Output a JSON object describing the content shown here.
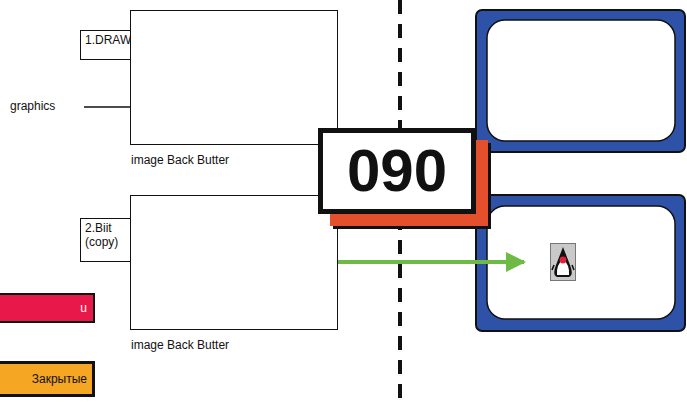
{
  "diagram": {
    "nodes": [
      {
        "text": [
          "1.DRAW"
        ]
      },
      {
        "text": [
          "image Back Butter"
        ]
      },
      {
        "text": [
          "2.Biit (copy)"
        ]
      },
      {
        "text": [
          "image Back Butter"
        ]
      },
      {
        "text": [
          "090"
        ]
      },
      {
        "text": [
          "u"
        ]
      },
      {
        "text": [
          "Закрытые"
        ]
      }
    ],
    "labels": [
      "graphics"
    ]
  }
}
